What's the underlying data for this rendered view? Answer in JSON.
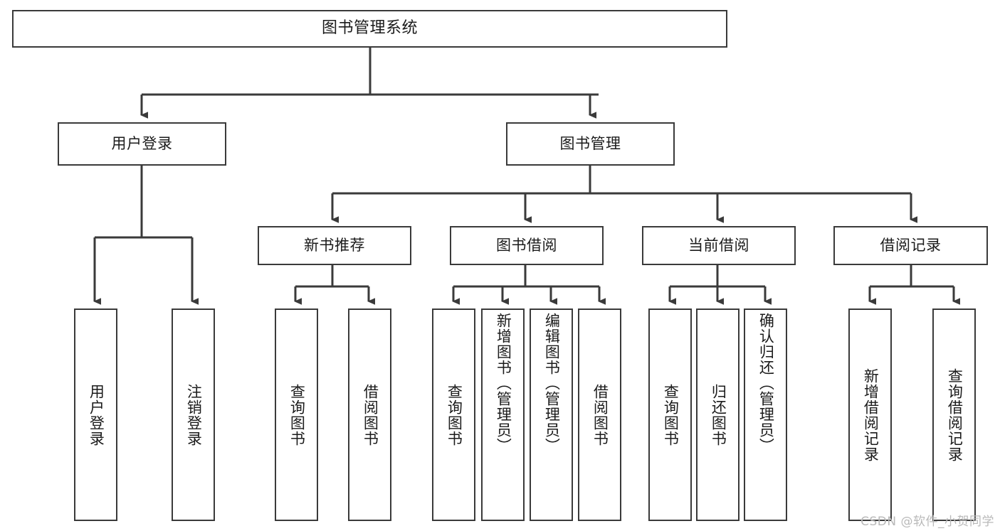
{
  "diagram": {
    "type": "tree-hierarchy",
    "title": "图书管理系统",
    "orientation": "top-down",
    "colors": {
      "box_border": "#3a3a3a",
      "box_fill": "#ffffff",
      "connector": "#3a3a3a",
      "text": "#1b1b1b",
      "watermark": "#b9b9b9"
    },
    "root": {
      "label": "图书管理系统"
    },
    "level2": [
      {
        "label": "用户登录"
      },
      {
        "label": "图书管理"
      }
    ],
    "level3": [
      {
        "label": "新书推荐"
      },
      {
        "label": "图书借阅"
      },
      {
        "label": "当前借阅"
      },
      {
        "label": "借阅记录"
      }
    ],
    "leaves": {
      "user_login": [
        {
          "label": "用户登录"
        },
        {
          "label": "注销登录"
        }
      ],
      "new_book_recommend": [
        {
          "label": "查询图书"
        },
        {
          "label": "借阅图书"
        }
      ],
      "book_borrow": [
        {
          "label": "查询图书"
        },
        {
          "label": "新增图书（管理员）"
        },
        {
          "label": "编辑图书（管理员）"
        },
        {
          "label": "借阅图书"
        }
      ],
      "current_borrow": [
        {
          "label": "查询图书"
        },
        {
          "label": "归还图书"
        },
        {
          "label": "确认归还（管理员）"
        }
      ],
      "borrow_record": [
        {
          "label": "新增借阅记录"
        },
        {
          "label": "查询借阅记录"
        }
      ]
    }
  },
  "watermark": {
    "text": "CSDN @软件_小贺同学"
  }
}
